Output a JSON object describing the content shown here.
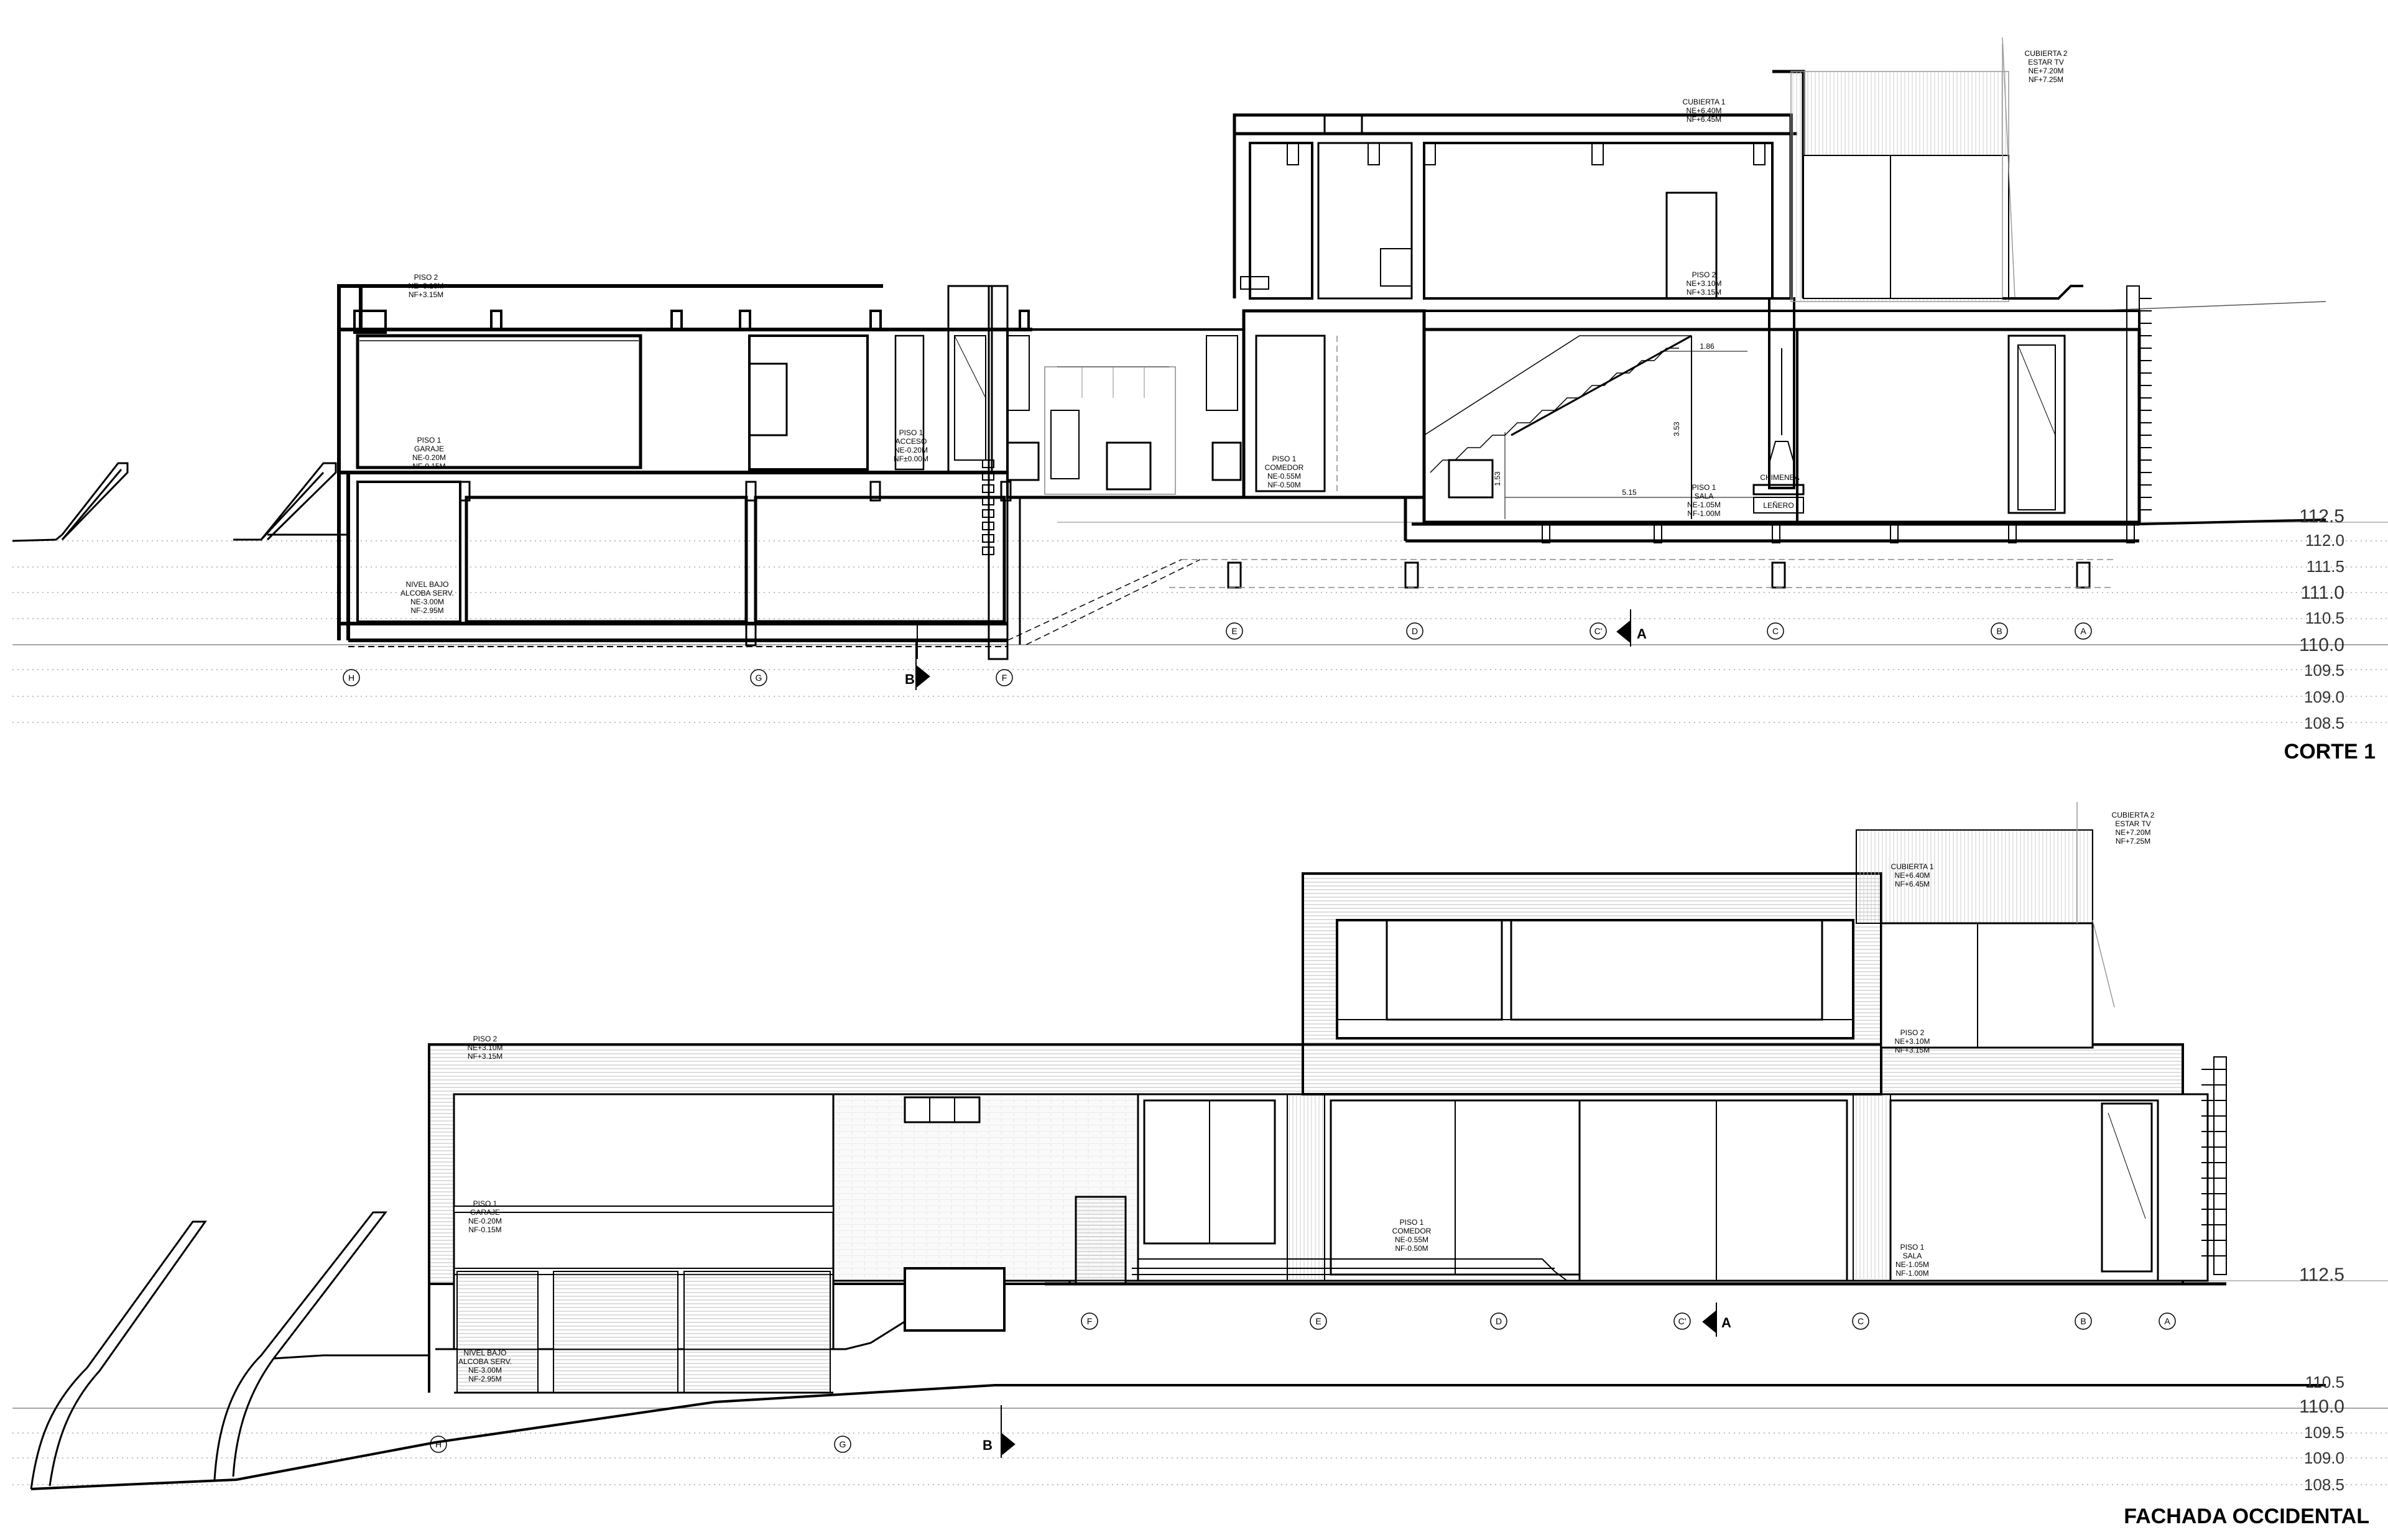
{
  "drawing": {
    "section_title": "CORTE 1",
    "elevation_title": "FACHADA OCCIDENTAL",
    "section_levels": [
      "112.5",
      "112.0",
      "111.5",
      "111.0",
      "110.5",
      "110.0",
      "109.5",
      "109.0",
      "108.5"
    ],
    "elevation_levels": [
      "112.5",
      "110.5",
      "110.0",
      "109.5",
      "109.0",
      "108.5"
    ],
    "section_grid": [
      "H",
      "G",
      "F",
      "E",
      "D",
      "C'",
      "C",
      "B",
      "A"
    ],
    "elevation_grid": [
      "H",
      "G",
      "F",
      "E",
      "D",
      "C'",
      "C",
      "B",
      "A"
    ],
    "section_markers": {
      "b": "B",
      "a": "A"
    },
    "elevation_markers": {
      "b": "B",
      "a": "A"
    },
    "section_tags": {
      "piso2_left": [
        "PISO 2",
        "NE+3.10M",
        "NF+3.15M"
      ],
      "garaje": [
        "PISO 1",
        "GARAJE",
        "NE-0.20M",
        "NF-0.15M"
      ],
      "acceso": [
        "PISO 1",
        "ACCESO",
        "NE-0.20M",
        "NF±0.00M"
      ],
      "alcoba": [
        "NIVEL BAJO",
        "ALCOBA SERV.",
        "NE-3.00M",
        "NF-2.95M"
      ],
      "cubierta1": [
        "CUBIERTA 1",
        "NE+6.40M",
        "NF+6.45M"
      ],
      "piso2_right": [
        "PISO 2",
        "NE+3.10M",
        "NF+3.15M"
      ],
      "cubierta2": [
        "CUBIERTA 2",
        "ESTAR TV",
        "NE+7.20M",
        "NF+7.25M"
      ],
      "comedor": [
        "PISO 1",
        "COMEDOR",
        "NE-0.55M",
        "NF-0.50M"
      ],
      "sala": [
        "PISO 1",
        "SALA",
        "NE-1.05M",
        "NF-1.00M"
      ],
      "chimenea": "CHIMENEA",
      "lenero": "LEÑERO",
      "dims": [
        "1.86",
        "3.53",
        "1.53",
        "5.15"
      ]
    },
    "elevation_tags": {
      "piso2_left": [
        "PISO 2",
        "NE+3.10M",
        "NF+3.15M"
      ],
      "garaje": [
        "PISO 1",
        "GARAJE",
        "NE-0.20M",
        "NF-0.15M"
      ],
      "alcoba": [
        "NIVEL BAJO",
        "ALCOBA SERV.",
        "NE-3.00M",
        "NF-2.95M"
      ],
      "comedor": [
        "PISO 1",
        "COMEDOR",
        "NE-0.55M",
        "NF-0.50M"
      ],
      "sala": [
        "PISO 1",
        "SALA",
        "NE-1.05M",
        "NF-1.00M"
      ],
      "cubierta1": [
        "CUBIERTA 1",
        "NE+6.40M",
        "NF+6.45M"
      ],
      "piso2_right": [
        "PISO 2",
        "NE+3.10M",
        "NF+3.15M"
      ],
      "cubierta2": [
        "CUBIERTA 2",
        "ESTAR TV",
        "NE+7.20M",
        "NF+7.25M"
      ]
    }
  }
}
